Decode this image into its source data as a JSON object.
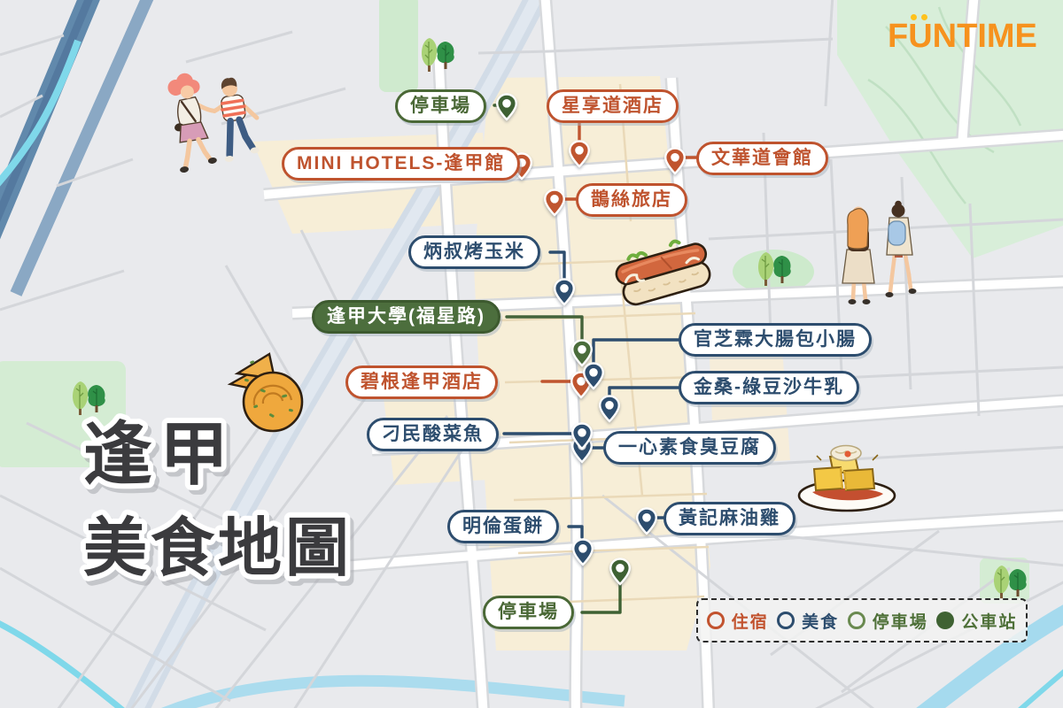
{
  "logo": {
    "part1": "F",
    "part2": "U",
    "part3": "NTIME"
  },
  "title": {
    "line1": "逢甲",
    "line2": "美食地圖"
  },
  "colors": {
    "hotel": "#c0552f",
    "food": "#2d4d6e",
    "parking": "#4a6836",
    "bus_station": "#4c6e3d",
    "logo_orange": "#f6921e",
    "logo_yellow": "#ffc21c"
  },
  "markers": [
    {
      "label": "停車場",
      "category": "停車場"
    },
    {
      "label": "星享道酒店",
      "category": "住宿"
    },
    {
      "label": "MINI HOTELS-逢甲館",
      "category": "住宿"
    },
    {
      "label": "文華道會館",
      "category": "住宿"
    },
    {
      "label": "鵲絲旅店",
      "category": "住宿"
    },
    {
      "label": "炳叔烤玉米",
      "category": "美食"
    },
    {
      "label": "逢甲大學(福星路)",
      "category": "公車站"
    },
    {
      "label": "官芝霖大腸包小腸",
      "category": "美食"
    },
    {
      "label": "碧根逢甲酒店",
      "category": "住宿"
    },
    {
      "label": "金桑-綠豆沙牛乳",
      "category": "美食"
    },
    {
      "label": "刁民酸菜魚",
      "category": "美食"
    },
    {
      "label": "一心素食臭豆腐",
      "category": "美食"
    },
    {
      "label": "明倫蛋餅",
      "category": "美食"
    },
    {
      "label": "黃記麻油雞",
      "category": "美食"
    },
    {
      "label": "停車場",
      "category": "停車場"
    }
  ],
  "legend": {
    "items": [
      {
        "label": "住宿",
        "style": "outline",
        "color": "#c2532f"
      },
      {
        "label": "美食",
        "style": "outline",
        "color": "#2d4d6e"
      },
      {
        "label": "停車場",
        "style": "outline",
        "color": "#6a8a50"
      },
      {
        "label": "公車站",
        "style": "filled",
        "color": "#3f6233"
      }
    ]
  }
}
